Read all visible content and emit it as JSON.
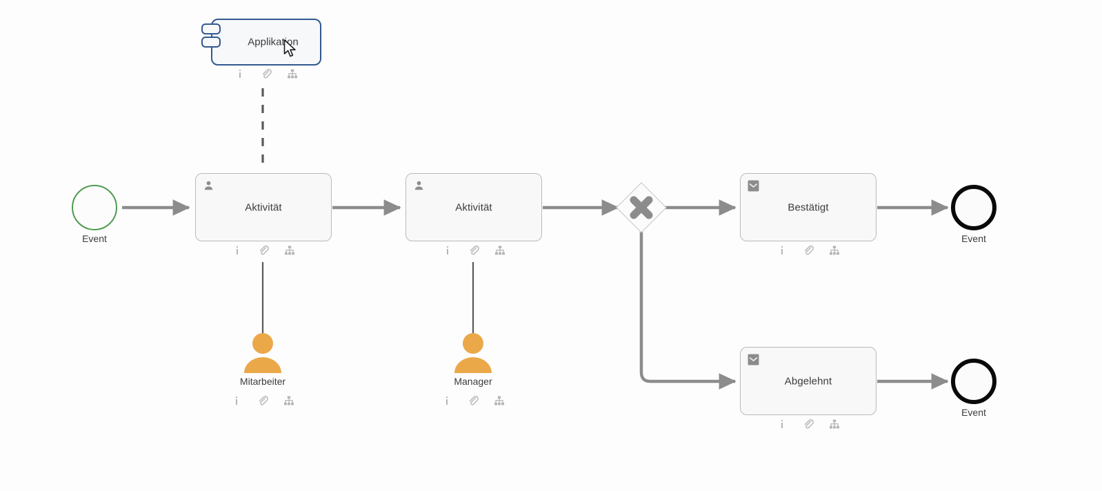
{
  "diagram": {
    "type": "bpmn-process-diagram",
    "background_color": "#fdfdfe",
    "connector_color": "#8c8c8c",
    "accent_orange": "#eba849",
    "selected_border_color": "#31588f",
    "start_event_color": "#4e9a4e",
    "end_event_color": "#0a0a0a"
  },
  "nodes": {
    "application": {
      "label": "Applikation",
      "kind": "component"
    },
    "start_event": {
      "label": "Event",
      "kind": "start-event"
    },
    "activity_1": {
      "label": "Aktivität",
      "kind": "user-task"
    },
    "activity_2": {
      "label": "Aktivität",
      "kind": "user-task"
    },
    "gateway": {
      "label": "",
      "kind": "exclusive-gateway"
    },
    "task_confirmed": {
      "label": "Bestätigt",
      "kind": "send-task"
    },
    "task_rejected": {
      "label": "Abgelehnt",
      "kind": "send-task"
    },
    "end_event_top": {
      "label": "Event",
      "kind": "end-event"
    },
    "end_event_bottom": {
      "label": "Event",
      "kind": "end-event"
    },
    "actor_employee": {
      "label": "Mitarbeiter",
      "kind": "actor"
    },
    "actor_manager": {
      "label": "Manager",
      "kind": "actor"
    }
  },
  "icons": {
    "info": "info-icon",
    "attachment": "paperclip-icon",
    "hierarchy": "org-chart-icon",
    "user_task_marker": "user-icon",
    "send_task_marker": "envelope-icon",
    "gateway_marker": "x-cross-icon",
    "cursor": "mouse-pointer-icon"
  }
}
